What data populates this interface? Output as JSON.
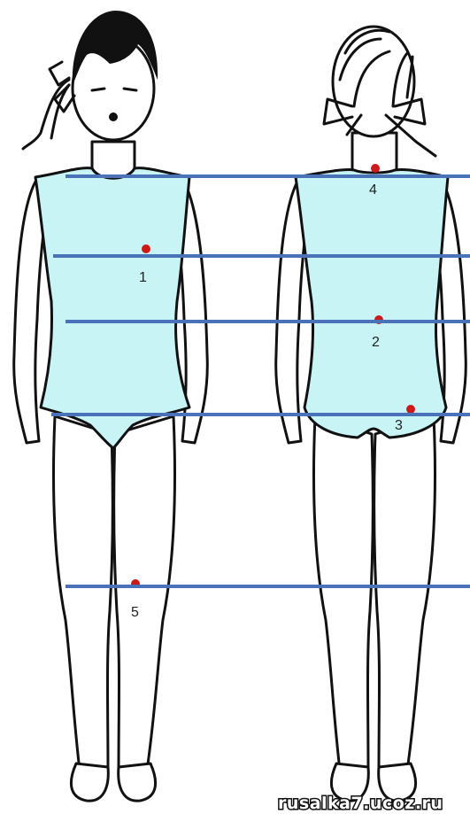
{
  "diagram": {
    "points": [
      {
        "id": "point-1",
        "label": "1"
      },
      {
        "id": "point-2",
        "label": "2"
      },
      {
        "id": "point-3",
        "label": "3"
      },
      {
        "id": "point-4",
        "label": "4"
      },
      {
        "id": "point-5",
        "label": "5"
      }
    ],
    "colors": {
      "leotard": "#c8f4f6",
      "measure_line": "#4a72b8",
      "point": "#cc1a1a",
      "outline": "#111111"
    },
    "watermark": "rusalka7.ucoz.ru"
  }
}
